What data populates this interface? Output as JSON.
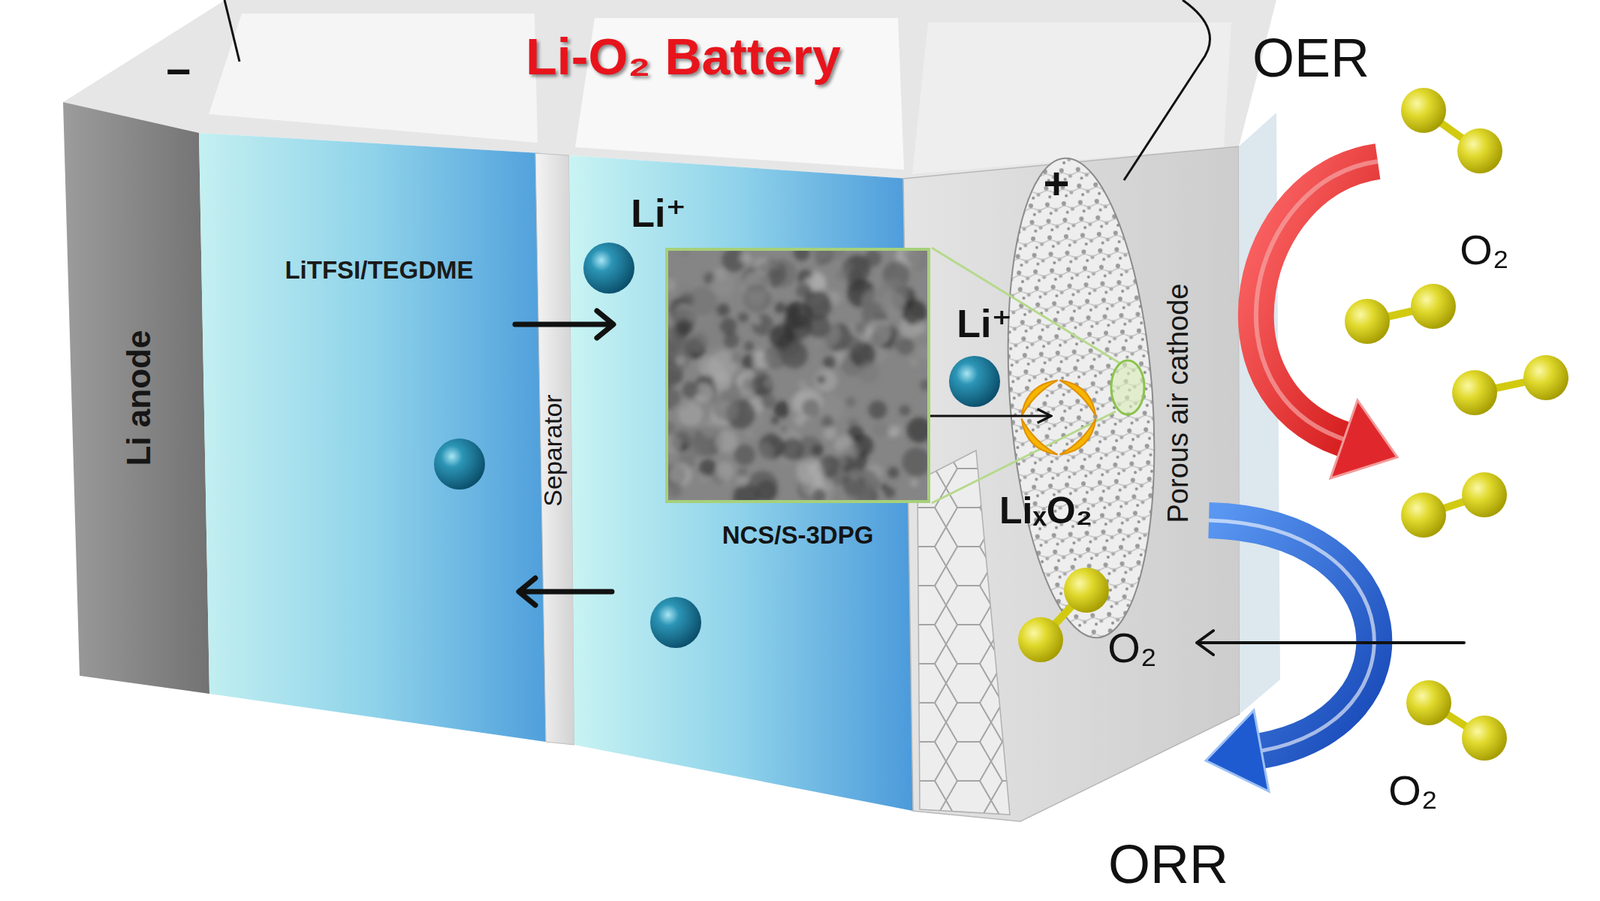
{
  "diagram": {
    "title": "Li-O₂ Battery",
    "nodes": [
      {
        "text": [
          "Li anode"
        ]
      },
      {
        "text": [
          "Separator"
        ]
      },
      {
        "text": [
          "NCS/S-3DPG"
        ]
      },
      {
        "text": [
          "Porous air cathode"
        ]
      }
    ],
    "edges": [
      {
        "from": 2,
        "to": 3,
        "arrow": "to"
      }
    ],
    "labels": [
      "−",
      "+",
      "OER",
      "ORR",
      "O₂",
      "O₂",
      "O₂",
      "Li⁺",
      "Li⁺",
      "LiTFSI/TEGDME",
      "LiₓO₂"
    ]
  }
}
